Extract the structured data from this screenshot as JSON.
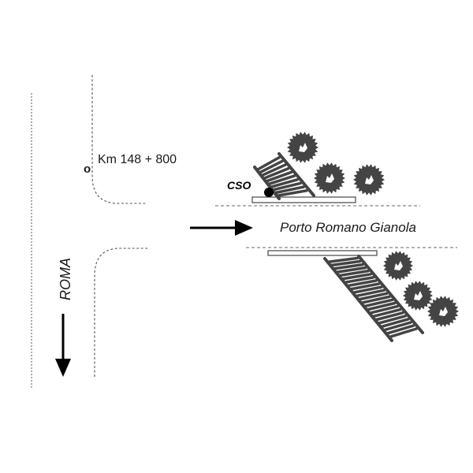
{
  "diagram": {
    "title": "Porto Romano Gianola location sketch",
    "labels": {
      "km_marker": "o",
      "km": "Km 148 + 800",
      "destination": "Porto Romano Gianola",
      "direction": "ROMA",
      "station": "CSO"
    },
    "icons": {
      "arrow_to_port": "arrow-right-icon",
      "arrow_to_roma": "arrow-down-icon",
      "tree": "tree-icon",
      "breakwater": "breakwater-icon",
      "station_marker": "dot-marker-icon"
    },
    "colors": {
      "ink": "#000000",
      "feature": "#444444",
      "road": "#888888",
      "background": "#ffffff"
    }
  }
}
